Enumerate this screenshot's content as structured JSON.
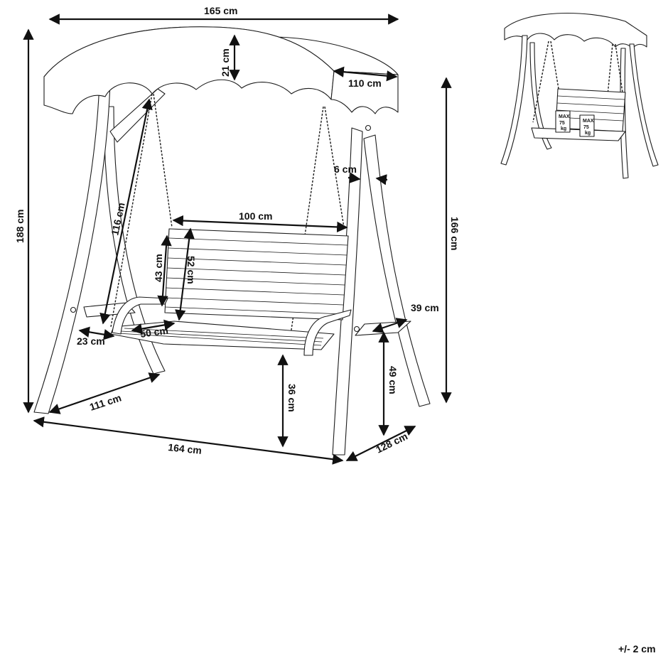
{
  "dimensions": {
    "canopy_width": "165 cm",
    "canopy_depth": "110 cm",
    "canopy_drop": "21 cm",
    "total_height": "188 cm",
    "chain_length": "116 cm",
    "frame_height": "166 cm",
    "post_thickness": "6 cm",
    "seat_width": "100 cm",
    "backrest_height": "43 cm",
    "seat_to_top": "52 cm",
    "seat_depth": "50 cm",
    "side_offset": "23 cm",
    "armrest_table": "39 cm",
    "table_height": "49 cm",
    "seat_height": "36 cm",
    "base_depth": "111 cm",
    "frame_depth": "128 cm",
    "base_width": "164 cm"
  },
  "thumbnail": {
    "max_load_left": {
      "line1": "MAX",
      "line2": "75",
      "line3": "kg"
    },
    "max_load_right": {
      "line1": "MAX",
      "line2": "75",
      "line3": "kg"
    }
  },
  "tolerance": "+/- 2 cm",
  "colors": {
    "line": "#1c1c1c",
    "background": "#ffffff"
  }
}
